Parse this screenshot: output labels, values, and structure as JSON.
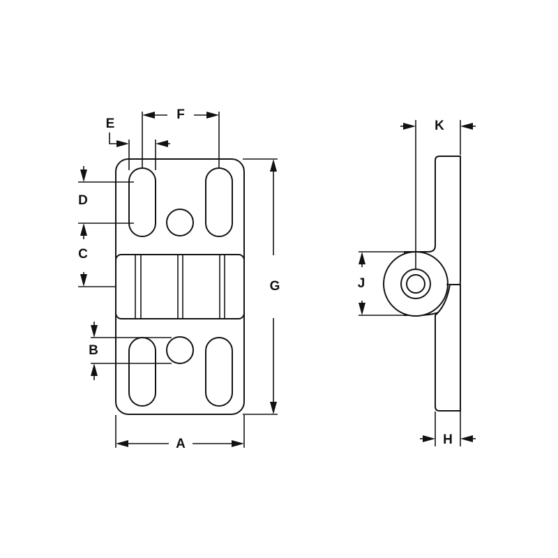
{
  "labels": {
    "a": "A",
    "b": "B",
    "c": "C",
    "d": "D",
    "e": "E",
    "f": "F",
    "g": "G",
    "h": "H",
    "j": "J",
    "k": "K"
  }
}
